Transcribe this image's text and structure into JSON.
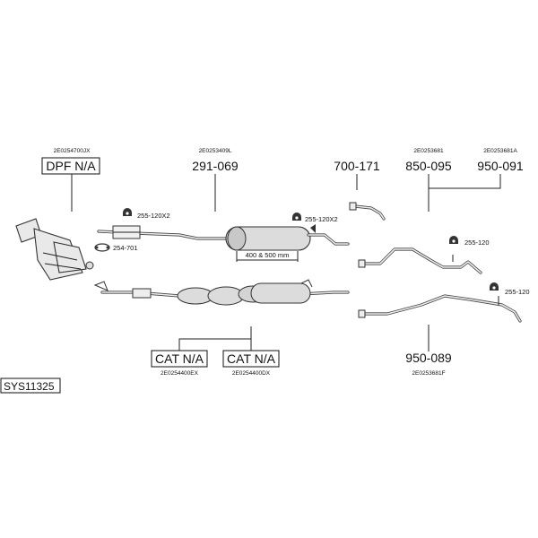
{
  "diagram": {
    "system_code": "SYS11325",
    "dpf": {
      "label": "DPF N/A",
      "ref": "2E0254700JX"
    },
    "middle": {
      "part": "291-069",
      "ref": "2E0253409L"
    },
    "tailpipe": {
      "part": "700-171"
    },
    "rear_a": {
      "part": "850-095",
      "ref": "2E0253681"
    },
    "rear_b": {
      "part": "950-091",
      "ref": "2E0253681A"
    },
    "rear_c": {
      "part": "950-089",
      "ref": "2E0253681F"
    },
    "cat_1": {
      "label": "CAT N/A",
      "ref": "2E0254400EX"
    },
    "cat_2": {
      "label": "CAT N/A",
      "ref": "2E0254400DX"
    },
    "clamp_1": "255-120X2",
    "clamp_2": "255-120X2",
    "gasket": "254-701",
    "hanger_1": "255-120",
    "hanger_2": "255-120",
    "dimension": "400 & 500 mm"
  }
}
